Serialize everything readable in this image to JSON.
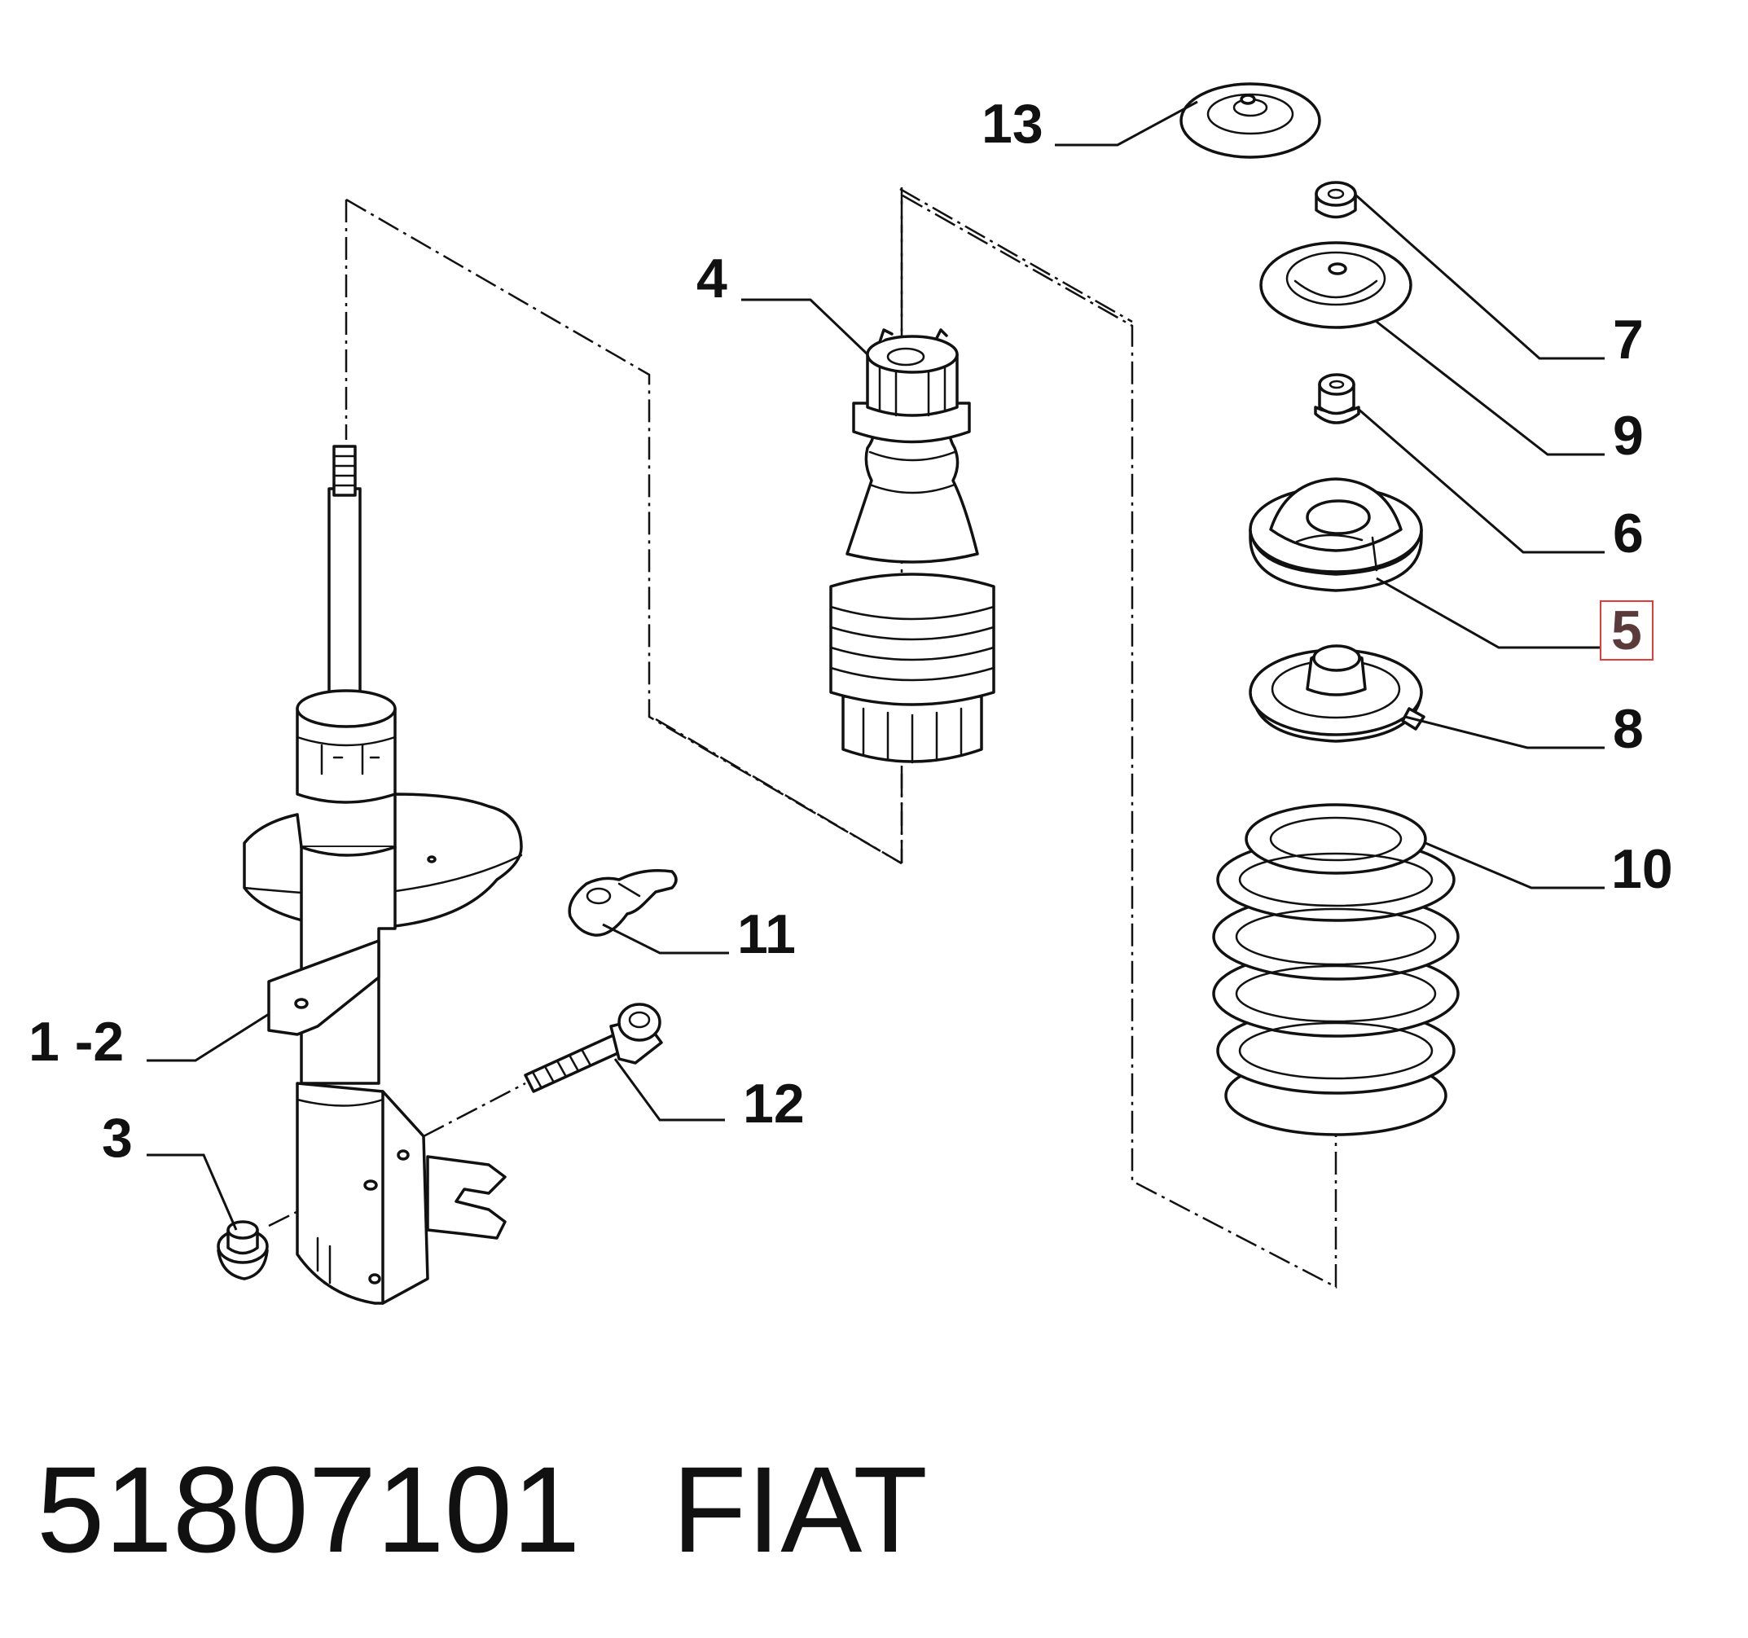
{
  "diagram": {
    "callouts": [
      {
        "id": "13",
        "label": "13",
        "part": "top-dust-cap"
      },
      {
        "id": "4",
        "label": "4",
        "part": "bump-stop-boot"
      },
      {
        "id": "7",
        "label": "7",
        "part": "upper-nut"
      },
      {
        "id": "9",
        "label": "9",
        "part": "upper-mount-washer"
      },
      {
        "id": "6",
        "label": "6",
        "part": "rod-nut"
      },
      {
        "id": "5",
        "label": "5",
        "part": "strut-top-mount",
        "highlighted": true
      },
      {
        "id": "8",
        "label": "8",
        "part": "spring-seat"
      },
      {
        "id": "10",
        "label": "10",
        "part": "coil-spring"
      },
      {
        "id": "11",
        "label": "11",
        "part": "hose-clip"
      },
      {
        "id": "1-2",
        "label": "1 -2",
        "part": "shock-absorber"
      },
      {
        "id": "12",
        "label": "12",
        "part": "bolt"
      },
      {
        "id": "3",
        "label": "3",
        "part": "flange-nut"
      }
    ],
    "highlight_color": "#e03c3c"
  },
  "caption": {
    "part_number": "51807101",
    "brand": "FIAT"
  }
}
